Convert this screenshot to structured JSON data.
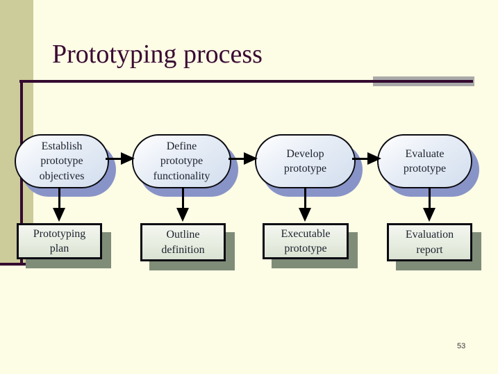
{
  "slide": {
    "title": "Prototyping process",
    "page_number": "53"
  },
  "colors": {
    "background": "#fdfce5",
    "band": "#cccb9a",
    "accent_line": "#350a30",
    "title_text": "#3a0b33",
    "gray_bar": "#a9a9a9",
    "stadium_fill_mid": "#e7edf6",
    "stadium_fill_dark": "#d2deee",
    "stadium_shadow": "#8894c8",
    "box_fill_light": "#f3f6f0",
    "box_fill_dark": "#d9e2d2",
    "box_shadow": "#7f8c78",
    "node_text": "#1d222e"
  },
  "diagram": {
    "columns": [
      {
        "stage_lines": [
          "Establish",
          "prototype",
          "objectives"
        ],
        "artifact_lines": [
          "Prototyping",
          "plan"
        ]
      },
      {
        "stage_lines": [
          "Define",
          "prototype",
          "functionality"
        ],
        "artifact_lines": [
          "Outline",
          "definition"
        ]
      },
      {
        "stage_lines": [
          "Develop",
          "prototype"
        ],
        "artifact_lines": [
          "Executable",
          "prototype"
        ]
      },
      {
        "stage_lines": [
          "Evaluate",
          "prototype"
        ],
        "artifact_lines": [
          "Evaluation",
          "report"
        ]
      }
    ]
  }
}
